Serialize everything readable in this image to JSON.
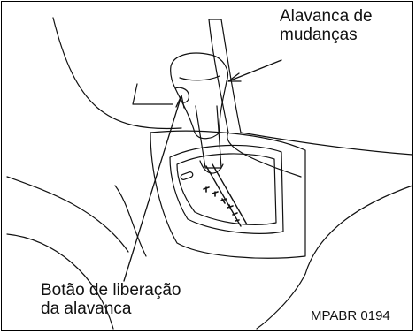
{
  "callouts": {
    "shifter": {
      "line1": "Alavanca de",
      "line2": "mudanças"
    },
    "release_button": {
      "line1": "Botão de liberação",
      "line2": "da alavanca"
    }
  },
  "figure_code": "MPABR 0194"
}
